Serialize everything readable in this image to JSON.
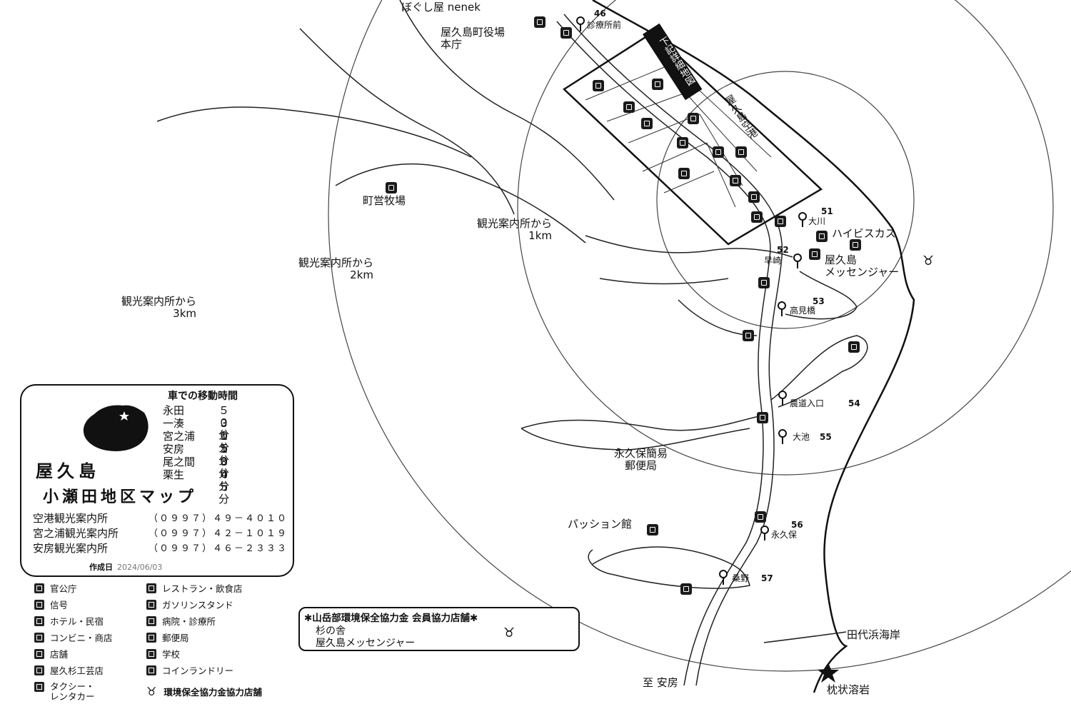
{
  "map": {
    "places": {
      "top_shop": "ぼぐし屋 nenek",
      "town_hall": "屋久島町役場\n本庁",
      "ranch": "町営牧場",
      "ring1": "観光案内所から\n1km",
      "ring2": "観光案内所から\n2km",
      "ring3": "観光案内所から\n3km",
      "detail_box": "下記詳細地図",
      "airport": "屋久島空港",
      "hibiscus": "ハイビスカス",
      "messenger": "屋久島\nメッセンジャー",
      "post_office": "永久保簡易\n郵便局",
      "passion": "パッション館",
      "beach": "田代浜海岸",
      "lava": "枕状溶岩",
      "to_anbo": "至 安房"
    },
    "bus_stops": [
      {
        "num": "46",
        "name": "診療所前"
      },
      {
        "num": "51",
        "name": "大川"
      },
      {
        "num": "52",
        "name": "早崎"
      },
      {
        "num": "53",
        "name": "高見橋"
      },
      {
        "num": "54",
        "name": "農道入口"
      },
      {
        "num": "55",
        "name": "大池"
      },
      {
        "num": "56",
        "name": "永久保"
      },
      {
        "num": "57",
        "name": "桑野"
      }
    ]
  },
  "panel": {
    "island": "屋久島",
    "title": "小瀬田地区マップ",
    "travel_heading": "車での移動時間",
    "travel_times": [
      {
        "place": "永田",
        "time": "５０分"
      },
      {
        "place": "一湊",
        "time": "３０分"
      },
      {
        "place": "宮之浦",
        "time": "１５分"
      },
      {
        "place": "安房",
        "time": "１０分"
      },
      {
        "place": "尾之間",
        "time": "３０分"
      },
      {
        "place": "栗生",
        "time": "４５分"
      }
    ],
    "contacts": [
      {
        "name": "空港観光案内所",
        "phone": "（０９９７）４９－４０１０"
      },
      {
        "name": "宮之浦観光案内所",
        "phone": "（０９９７）４２－１０１９"
      },
      {
        "name": "安房観光案内所",
        "phone": "（０９９７）４６－２３３３"
      }
    ],
    "created_label": "作成日",
    "created_date": "2024/06/03"
  },
  "legend": {
    "left": [
      {
        "icon": "government-icon",
        "label": "官公庁"
      },
      {
        "icon": "signal-icon",
        "label": "信号"
      },
      {
        "icon": "hotel-icon",
        "label": "ホテル・民宿"
      },
      {
        "icon": "convenience-store-icon",
        "label": "コンビニ・商店"
      },
      {
        "icon": "shop-icon",
        "label": "店舗"
      },
      {
        "icon": "yakusugi-craft-icon",
        "label": "屋久杉工芸店"
      },
      {
        "icon": "taxi-icon",
        "label": "タクシー・\nレンタカー"
      }
    ],
    "right": [
      {
        "icon": "restaurant-icon",
        "label": "レストラン・飲食店"
      },
      {
        "icon": "gas-station-icon",
        "label": "ガソリンスタンド"
      },
      {
        "icon": "hospital-icon",
        "label": "病院・診療所"
      },
      {
        "icon": "post-office-icon",
        "label": "郵便局"
      },
      {
        "icon": "school-icon",
        "label": "学校"
      },
      {
        "icon": "laundry-icon",
        "label": "コインランドリー"
      },
      {
        "icon": "deer-icon",
        "label": "環境保全協力金協力店舗"
      }
    ]
  },
  "association": {
    "heading": "✱山岳部環境保全協力金 会員協力店舗✱",
    "stores": [
      "杉の舎",
      "屋久島メッセンジャー"
    ]
  }
}
